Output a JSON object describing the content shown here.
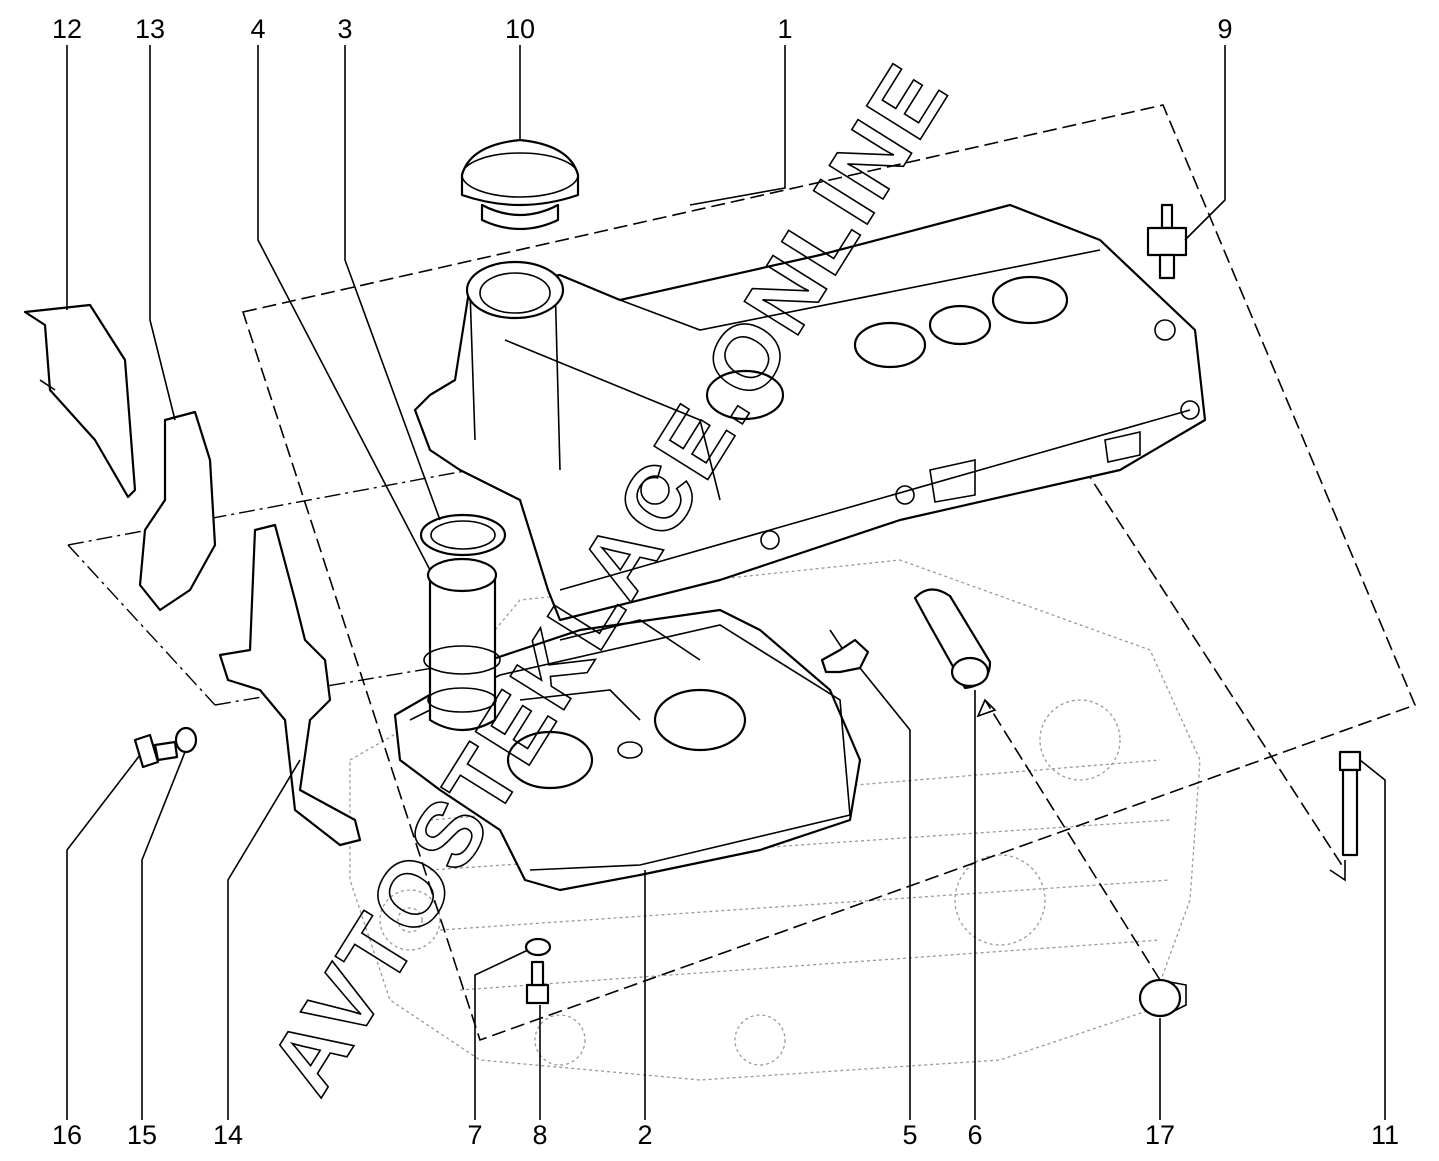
{
  "watermark": "AVTOSTEKLACE.ONLINE",
  "callouts": [
    {
      "id": "1",
      "label": "1"
    },
    {
      "id": "2",
      "label": "2"
    },
    {
      "id": "3",
      "label": "3"
    },
    {
      "id": "4",
      "label": "4"
    },
    {
      "id": "5",
      "label": "5"
    },
    {
      "id": "6",
      "label": "6"
    },
    {
      "id": "7",
      "label": "7"
    },
    {
      "id": "8",
      "label": "8"
    },
    {
      "id": "9",
      "label": "9"
    },
    {
      "id": "10",
      "label": "10"
    },
    {
      "id": "11",
      "label": "11"
    },
    {
      "id": "12",
      "label": "12"
    },
    {
      "id": "13",
      "label": "13"
    },
    {
      "id": "14",
      "label": "14"
    },
    {
      "id": "15",
      "label": "15"
    },
    {
      "id": "16",
      "label": "16"
    },
    {
      "id": "17",
      "label": "17"
    }
  ],
  "colors": {
    "line": "#000000",
    "background": "#ffffff",
    "ghost": "#9a9a9a"
  }
}
